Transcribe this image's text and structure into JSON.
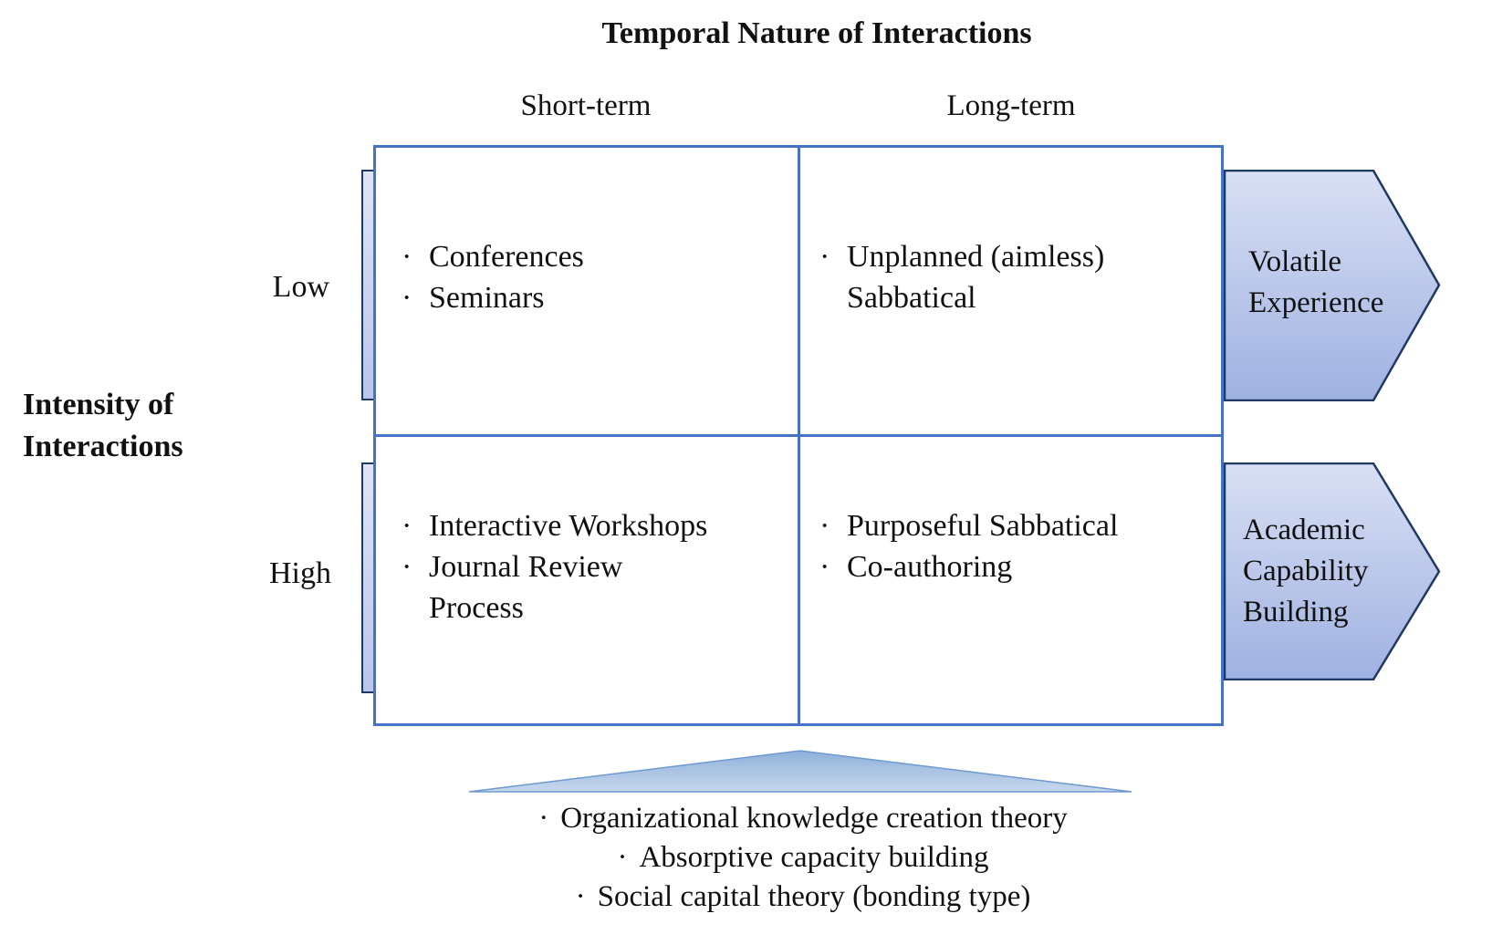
{
  "title": "Temporal Nature of Interactions",
  "column_axis": {
    "short_term": "Short-term",
    "long_term": "Long-term"
  },
  "row_axis": {
    "label_line1": "Intensity of",
    "label_line2": "Interactions",
    "low": "Low",
    "high": "High"
  },
  "quadrants": {
    "short_low": {
      "item1": "Conferences",
      "item2": "Seminars"
    },
    "long_low": {
      "item1_line1": "Unplanned (aimless)",
      "item1_line2": "Sabbatical"
    },
    "short_high": {
      "item1": "Interactive Workshops",
      "item2_line1": "Journal Review",
      "item2_line2": "Process"
    },
    "long_high": {
      "item1": "Purposeful Sabbatical",
      "item2": "Co-authoring"
    }
  },
  "arrows": {
    "top": {
      "line1": "Volatile",
      "line2": "Experience"
    },
    "bottom": {
      "line1": "Academic",
      "line2": "Capability",
      "line3": "Building"
    }
  },
  "notes": {
    "item1": "Organizational knowledge creation theory",
    "item2": "Absorptive capacity building",
    "item3": "Social capital theory (bonding type)"
  },
  "chars": {
    "bullet": "·"
  },
  "colors": {
    "grid-border": "#4472C4",
    "shape-outline": "#1F3864",
    "shape-fill-top": "#D9E0F4",
    "shape-fill-bottom": "#9FB1E1",
    "bracket-fill-top": "#DFE5F6",
    "bracket-fill-bottom": "#B9C6EA",
    "triangle-fill-top": "#8FB0DA",
    "triangle-fill-bottom": "#C6D8ED",
    "triangle-outline": "#6F9AD0",
    "text": "#111111",
    "background": "#FFFFFF"
  }
}
